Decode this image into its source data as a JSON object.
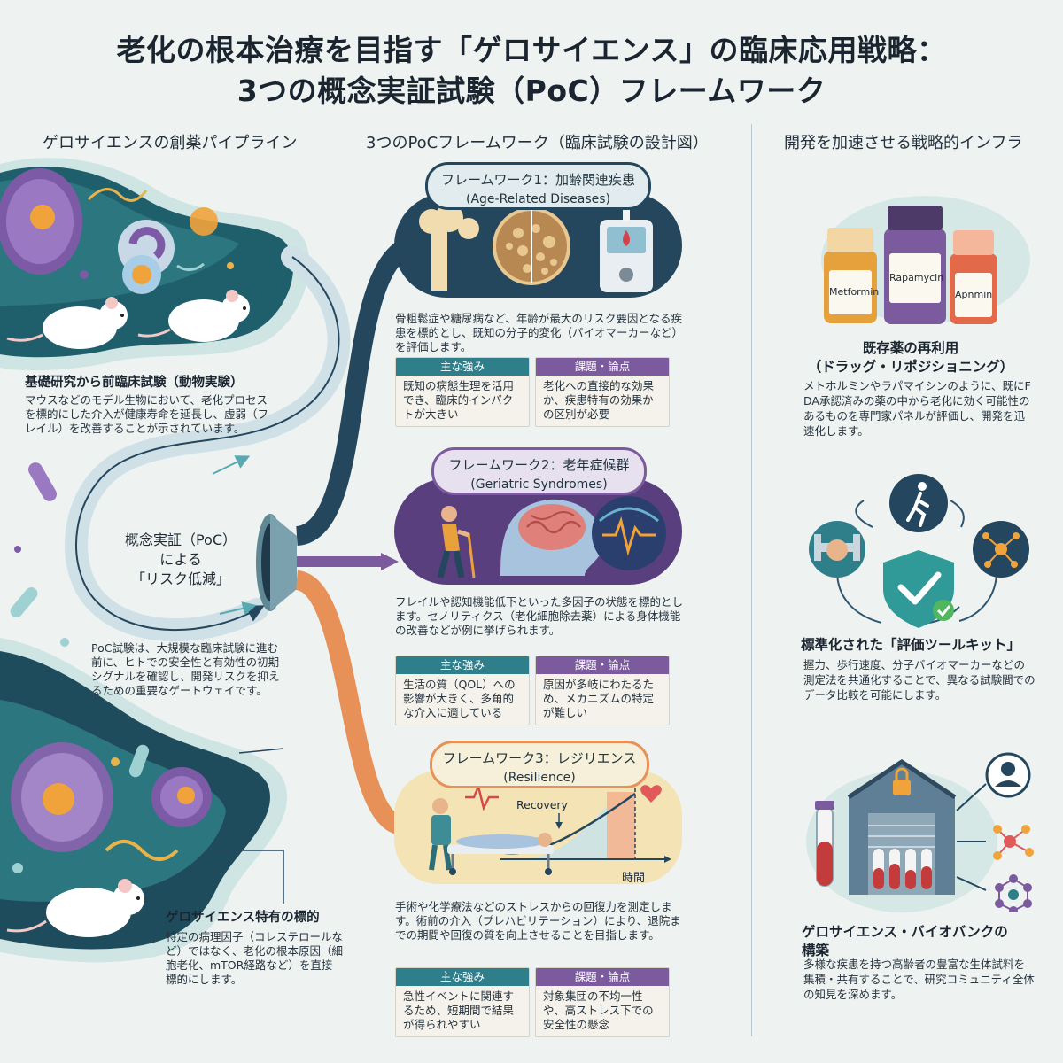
{
  "title": {
    "line1": "老化の根本治療を目指す「ゲロサイエンス」の臨床応用戦略：",
    "line2": "3つの概念実証試験（PoC）フレームワーク"
  },
  "columns": {
    "left": "ゲロサイエンスの創薬パイプライン",
    "center": "3つのPoCフレームワーク（臨床試験の設計図）",
    "right": "開発を加速させる戦略的インフラ"
  },
  "pipeline": {
    "preclinical": {
      "title": "基礎研究から前臨床試験（動物実験）",
      "body": "マウスなどのモデル生物において、老化プロセスを標的にした介入が健康寿命を延長し、虚弱（フレイル）を改善することが示されています。"
    },
    "poc_label": [
      "概念実証（PoC）",
      "による",
      "「リスク低減」"
    ],
    "poc_body": "PoC試験は、大規模な臨床試験に進む前に、ヒトでの安全性と有効性の初期シグナルを確認し、開発リスクを抑えるための重要なゲートウェイです。",
    "targets": {
      "title": "ゲロサイエンス特有の標的",
      "body": "特定の病理因子（コレステロールなど）ではなく、老化の根本原因（細胞老化、mTOR経路など）を直接標的にします。"
    }
  },
  "frameworks": [
    {
      "title": "フレームワーク1：加齢関連疾患",
      "subtitle": "(Age-Related Diseases)",
      "desc": "骨粗鬆症や糖尿病など、年齢が最大のリスク要因となる疾患を標的とし、既知の分子的変化（バイオマーカーなど）を評価します。",
      "strength_label": "主な強み",
      "strength": "既知の病態生理を活用でき、臨床的インパクトが大きい",
      "issue_label": "課題・論点",
      "issue": "老化への直接的な効果か、疾患特有の効果かの区別が必要"
    },
    {
      "title": "フレームワーク2：老年症候群",
      "subtitle": "(Geriatric Syndromes)",
      "desc": "フレイルや認知機能低下といった多因子の状態を標的とします。セノリティクス（老化細胞除去薬）による身体機能の改善などが例に挙げられます。",
      "strength_label": "主な強み",
      "strength": "生活の質（QOL）への影響が大きく、多角的な介入に適している",
      "issue_label": "課題・論点",
      "issue": "原因が多岐にわたるため、メカニズムの特定が難しい"
    },
    {
      "title": "フレームワーク3：レジリエンス",
      "subtitle": "(Resilience)",
      "desc": "手術や化学療法などのストレスからの回復力を測定します。術前の介入（プレハビリテーション）により、退院までの期間や回復の質を向上させることを目指します。",
      "strength_label": "主な強み",
      "strength": "急性イベントに関連するため、短期間で結果が得られやすい",
      "issue_label": "課題・論点",
      "issue": "対象集団の不均一性や、高ストレス下での安全性の懸念",
      "chart": {
        "recovery_label": "Recovery",
        "xlabel": "時間"
      }
    }
  ],
  "infra": {
    "repurpose": {
      "bottles": [
        "Metformin",
        "Rapamycin",
        "Apnmin"
      ],
      "title1": "既存薬の再利用",
      "title2": "（ドラッグ・リポジショニング）",
      "body": "メトホルミンやラパマイシンのように、既にFDA承認済みの薬の中から老化に効く可能性のあるものを専門家パネルが評価し、開発を迅速化します。"
    },
    "toolkit": {
      "title": "標準化された「評価ツールキット」",
      "body": "握力、歩行速度、分子バイオマーカーなどの測定法を共通化することで、異なる試験間でのデータ比較を可能にします。"
    },
    "biobank": {
      "title1": "ゲロサイエンス・バイオバンクの",
      "title2": "構築",
      "body": "多様な疾患を持つ高齢者の豊富な生体試料を集積・共有することで、研究コミュニティ全体の知見を深めます。"
    }
  },
  "colors": {
    "navy": "#25475e",
    "teal": "#2f7f8b",
    "purple": "#7c5a9e",
    "orange": "#e79058",
    "card1": "#e2ecee",
    "card2": "#e7e1ef",
    "card3": "#f6efd9"
  }
}
